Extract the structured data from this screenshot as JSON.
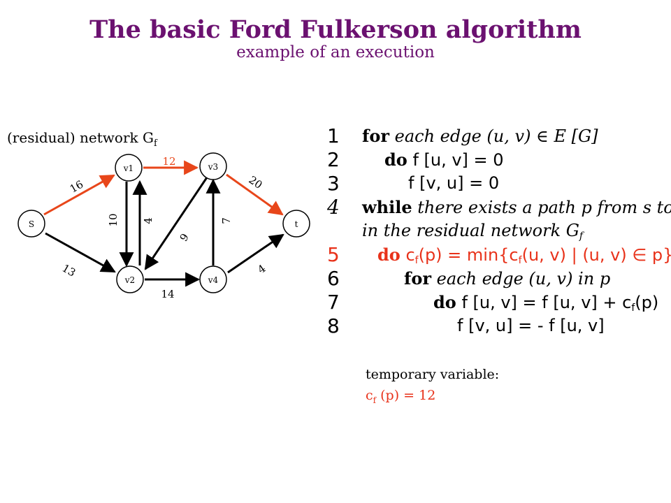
{
  "header": {
    "title": "The basic Ford Fulkerson algorithm",
    "subtitle": "example of an execution"
  },
  "network": {
    "label": "(residual) network G",
    "label_sub": "f",
    "nodes": [
      {
        "id": "s",
        "label": "S"
      },
      {
        "id": "v1",
        "label": "v1"
      },
      {
        "id": "v2",
        "label": "v2"
      },
      {
        "id": "v3",
        "label": "v3"
      },
      {
        "id": "v4",
        "label": "v4"
      },
      {
        "id": "t",
        "label": "t"
      }
    ],
    "edges": [
      {
        "from": "s",
        "to": "v1",
        "label": "16",
        "highlight": true
      },
      {
        "from": "s",
        "to": "v2",
        "label": "13",
        "highlight": false
      },
      {
        "from": "v1",
        "to": "v2",
        "label": "10",
        "highlight": false
      },
      {
        "from": "v2",
        "to": "v1",
        "label": "4",
        "highlight": false
      },
      {
        "from": "v1",
        "to": "v3",
        "label": "12",
        "highlight": true
      },
      {
        "from": "v3",
        "to": "v2",
        "label": "9",
        "highlight": false
      },
      {
        "from": "v2",
        "to": "v4",
        "label": "14",
        "highlight": false
      },
      {
        "from": "v4",
        "to": "v3",
        "label": "7",
        "highlight": false
      },
      {
        "from": "v3",
        "to": "t",
        "label": "20",
        "highlight": true
      },
      {
        "from": "v4",
        "to": "t",
        "label": "4",
        "highlight": false
      }
    ],
    "colors": {
      "highlight": "#e8461a",
      "normal": "#000000"
    }
  },
  "code": {
    "lines": [
      {
        "num": "1",
        "kw": "for",
        "text": "each edge (u, v) ∈ E [G]"
      },
      {
        "num": "2",
        "kw": "do",
        "text": "f [u, v] = 0"
      },
      {
        "num": "3",
        "kw": "",
        "text": "f [v, u] = 0"
      },
      {
        "num": "4",
        "kw": "while",
        "text": "there exists a path p from s to t"
      },
      {
        "num": "",
        "kw": "",
        "text": "in the residual network G"
      },
      {
        "num": "5",
        "kw": "do",
        "text": "c(p) = min{c(u, v) | (u, v) ∈ p}"
      },
      {
        "num": "6",
        "kw": "for",
        "text": "each edge (u, v) in p"
      },
      {
        "num": "7",
        "kw": "do",
        "text": "f [u, v] = f [u, v] + c(p)"
      },
      {
        "num": "8",
        "kw": "",
        "text": "f [v, u] = - f [u, v]"
      }
    ]
  },
  "temp": {
    "label": "temporary variable:",
    "var": "c",
    "var_sub": "f",
    "value_text": " (p) = 12"
  },
  "colors": {
    "title": "#6b1170",
    "accent": "#e8321a"
  }
}
